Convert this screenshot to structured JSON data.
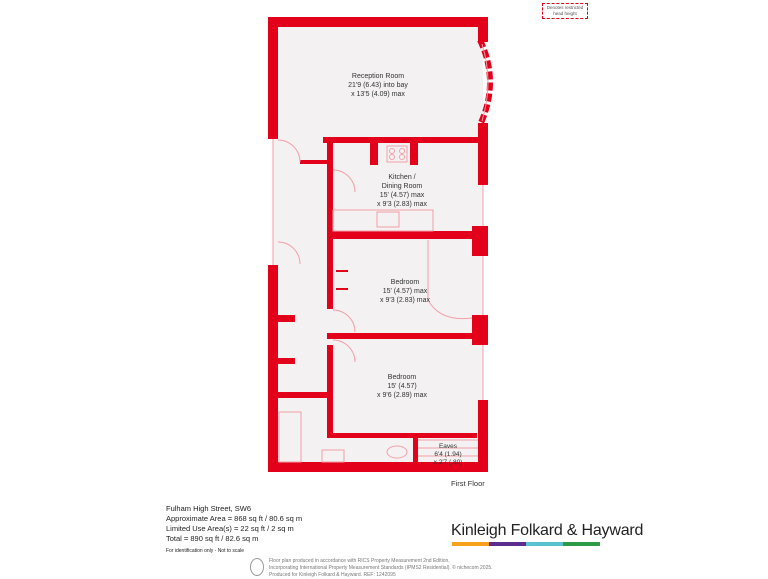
{
  "key_label": "Denotes restricted head height",
  "rooms": {
    "reception": {
      "name": "Reception Room",
      "dim1": "21'9 (6.43) into bay",
      "dim2": "x 13'5 (4.09) max"
    },
    "kitchen": {
      "name1": "Kitchen /",
      "name2": "Dining Room",
      "dim1": "15' (4.57) max",
      "dim2": "x 9'3 (2.83) max"
    },
    "bedroom1": {
      "name": "Bedroom",
      "dim1": "15' (4.57) max",
      "dim2": "x 9'3 (2.83) max"
    },
    "bedroom2": {
      "name": "Bedroom",
      "dim1": "15' (4.57)",
      "dim2": "x 9'6 (2.89) max"
    },
    "eaves": {
      "name": "Eaves",
      "dim1": "6'4 (1.94)",
      "dim2": "x 2'7 (.80)"
    }
  },
  "floor_label": "First Floor",
  "info": {
    "address": "Fulham High Street, SW6",
    "approx_area": "Approximate Area = 868 sq ft / 80.6 sq m",
    "limited_use": "Limited Use Area(s) = 22 sq ft / 2 sq m",
    "total": "Total = 890 sq ft / 82.6 sq m",
    "disclaimer": "For identification only - Not to scale"
  },
  "brand": {
    "name": "Kinleigh Folkard & Hayward",
    "colors": [
      "#f7a11a",
      "#5b2d8e",
      "#5bc2d0",
      "#2e9b46"
    ]
  },
  "legal": {
    "line1": "Floor plan produced in accordance with RICS Property Measurement 2nd Edition,",
    "line2": "Incorporating International Property Measurement Standards (IPMS2 Residential).   © nichecom 2025.",
    "line3": "Produced for Kinleigh Folkard & Hayward.    REF: 1242095"
  },
  "wall_color": "#e2001a",
  "floor_color": "#f3f1f1"
}
